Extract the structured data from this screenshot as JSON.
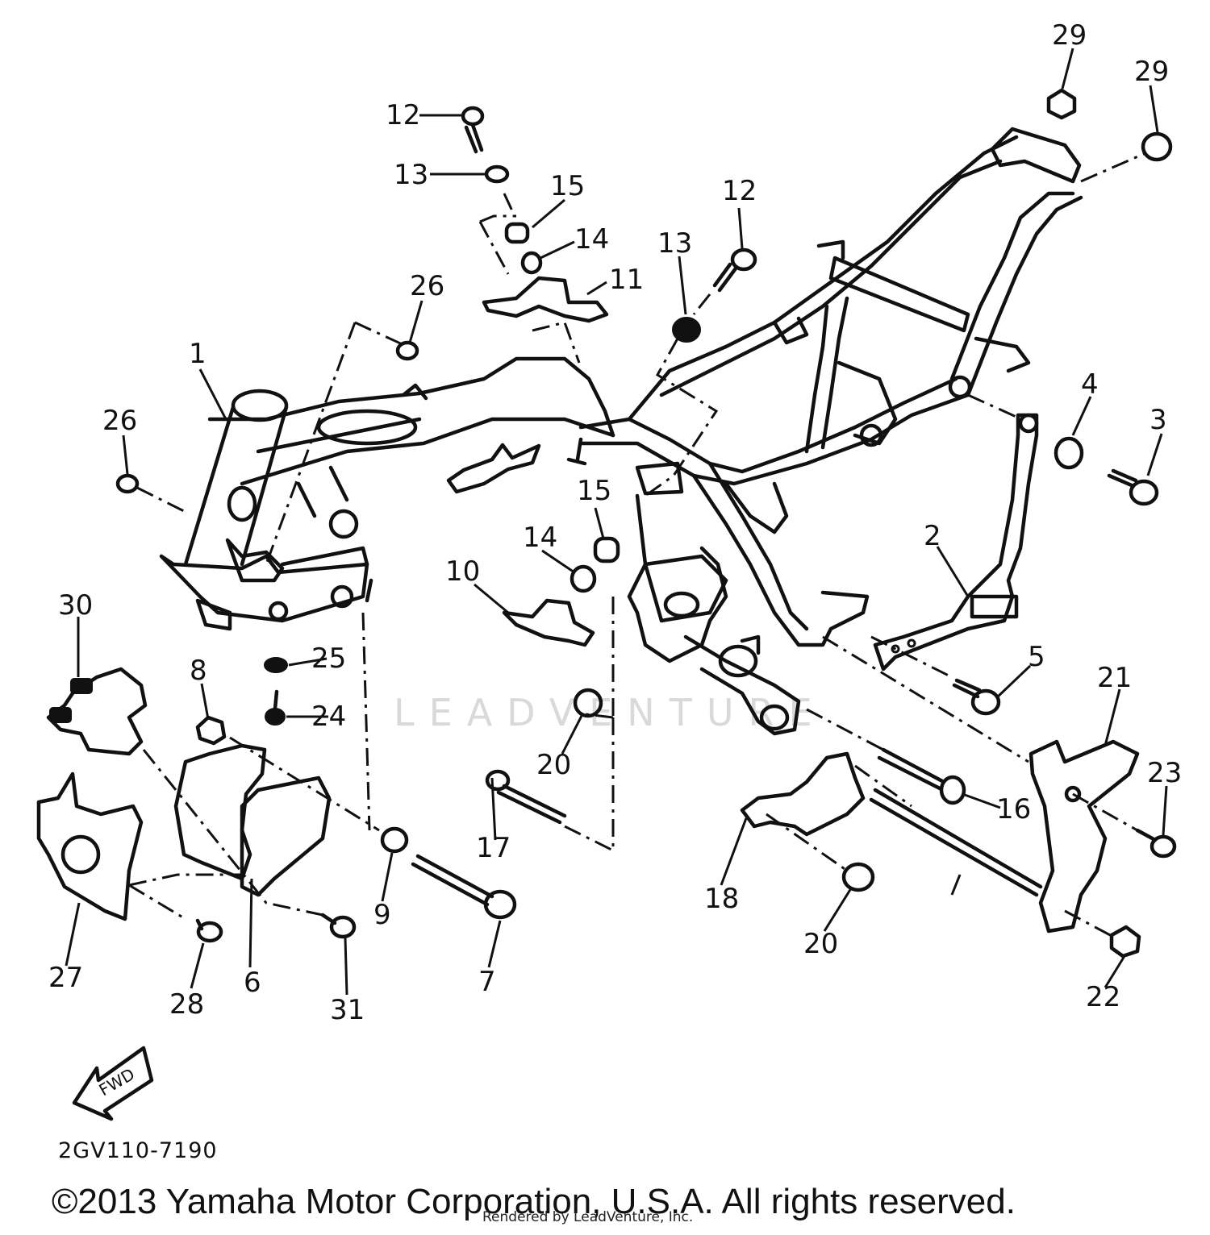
{
  "diagram": {
    "code": "2GV110-7190",
    "copyright": "©2013 Yamaha Motor Corporation, U.S.A. All rights reserved.",
    "rendered_by": "Rendered by LeadVenture, Inc.",
    "watermark": "LEADVENTURE",
    "fwd_arrow_label": "FWD",
    "callouts": [
      "1",
      "2",
      "3",
      "4",
      "5",
      "6",
      "7",
      "8",
      "9",
      "10",
      "11",
      "12",
      "13",
      "14",
      "15",
      "16",
      "17",
      "18",
      "20",
      "21",
      "22",
      "23",
      "24",
      "25",
      "26",
      "27",
      "28",
      "29",
      "30",
      "31"
    ]
  }
}
